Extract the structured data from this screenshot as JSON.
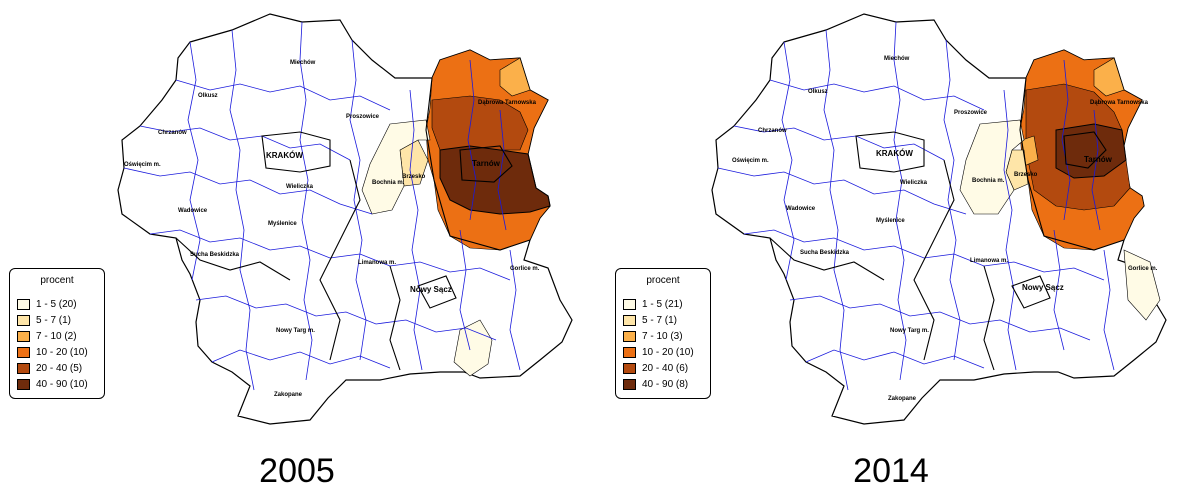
{
  "maps": [
    {
      "year": "2005",
      "legend": {
        "title": "procent",
        "items": [
          {
            "label": "1 - 5 (20)",
            "color": "#fffbe6"
          },
          {
            "label": "5 - 7 (1)",
            "color": "#fee5a8"
          },
          {
            "label": "7 - 10 (2)",
            "color": "#fbb04a"
          },
          {
            "label": "10 - 20 (10)",
            "color": "#ec7014"
          },
          {
            "label": "20 - 40 (5)",
            "color": "#b34a0f"
          },
          {
            "label": "40 - 90 (10)",
            "color": "#6e2b0c"
          }
        ]
      },
      "places": [
        "Miechów",
        "Olkusz",
        "Chrzanów",
        "Oświęcim m.",
        "KRAKÓW",
        "Proszowice",
        "Dąbrowa Tarnowska",
        "Tarnów",
        "Brzesko",
        "Bochnia m.",
        "Wieliczka",
        "Wadowice",
        "Myślenice",
        "Sucha Beskidzka",
        "Limanowa m.",
        "Nowy Sącz",
        "Gorlice m.",
        "Nowy Targ m.",
        "Zakopane"
      ]
    },
    {
      "year": "2014",
      "legend": {
        "title": "procent",
        "items": [
          {
            "label": "1 - 5 (21)",
            "color": "#fffbe6"
          },
          {
            "label": "5 - 7 (1)",
            "color": "#fee5a8"
          },
          {
            "label": "7 - 10 (3)",
            "color": "#fbb04a"
          },
          {
            "label": "10 - 20 (10)",
            "color": "#ec7014"
          },
          {
            "label": "20 - 40 (6)",
            "color": "#b34a0f"
          },
          {
            "label": "40 - 90 (8)",
            "color": "#6e2b0c"
          }
        ]
      },
      "places": [
        "Miechów",
        "Olkusz",
        "Chrzanów",
        "Oświęcim m.",
        "KRAKÓW",
        "Proszowice",
        "Dąbrowa Tarnowska",
        "Tarnów",
        "Brzesko",
        "Bochnia m.",
        "Wieliczka",
        "Wadowice",
        "Myślenice",
        "Sucha Beskidzka",
        "Limanowa m.",
        "Nowy Sącz",
        "Gorlice m.",
        "Nowy Targ m.",
        "Zakopane"
      ]
    }
  ]
}
